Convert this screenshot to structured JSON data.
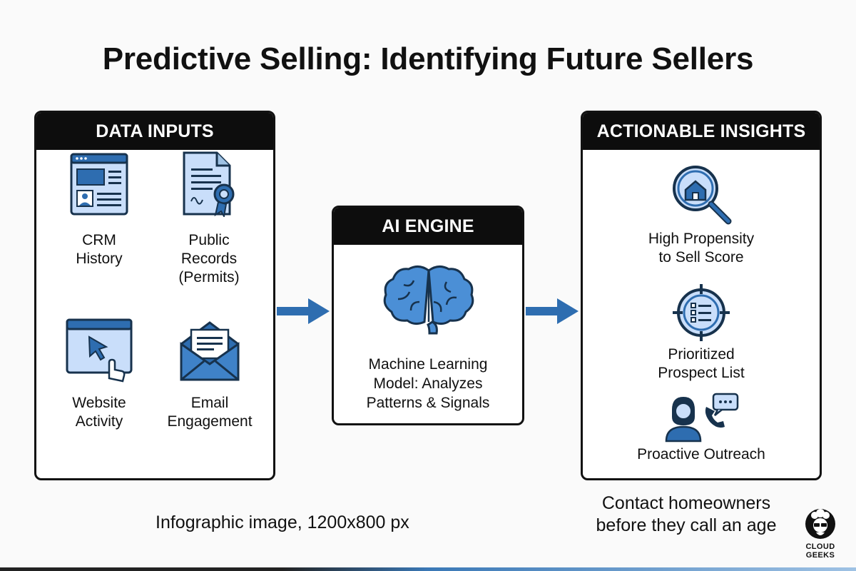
{
  "title": "Predictive Selling: Identifying Future Sellers",
  "data_inputs": {
    "header": "DATA INPUTS",
    "items": [
      {
        "label_line1": "CRM",
        "label_line2": "History",
        "label_line3": "",
        "icon": "crm-window-icon"
      },
      {
        "label_line1": "Public",
        "label_line2": "Records",
        "label_line3": "(Permits)",
        "icon": "document-seal-icon"
      },
      {
        "label_line1": "Website",
        "label_line2": "Activity",
        "label_line3": "",
        "icon": "browser-cursor-icon"
      },
      {
        "label_line1": "Email",
        "label_line2": "Engagement",
        "label_line3": "",
        "icon": "envelope-icon"
      }
    ]
  },
  "ai_engine": {
    "header": "AI ENGINE",
    "icon": "brain-icon",
    "line1": "Machine Learning",
    "line2": "Model: Analyzes",
    "line3": "Patterns & Signals"
  },
  "actionable_insights": {
    "header": "ACTIONABLE INSIGHTS",
    "items": [
      {
        "label_line1": "High Propensity",
        "label_line2": "to Sell Score",
        "icon": "house-magnifier-icon"
      },
      {
        "label_line1": "Prioritized",
        "label_line2": "Prospect List",
        "icon": "target-checklist-icon"
      },
      {
        "label_line1": "Proactive Outreach",
        "label_line2": "",
        "icon": "agent-phone-icon"
      }
    ]
  },
  "footer": {
    "left": "Infographic image, 1200x800 px",
    "right_line1": "Contact homeowners",
    "right_line2": "before they call an age"
  },
  "logo": {
    "text": "CLOUD GEEKS"
  },
  "colors": {
    "accent": "#2e6db0",
    "icon_fill": "#c9defa",
    "panel_header": "#0d0d0d"
  }
}
